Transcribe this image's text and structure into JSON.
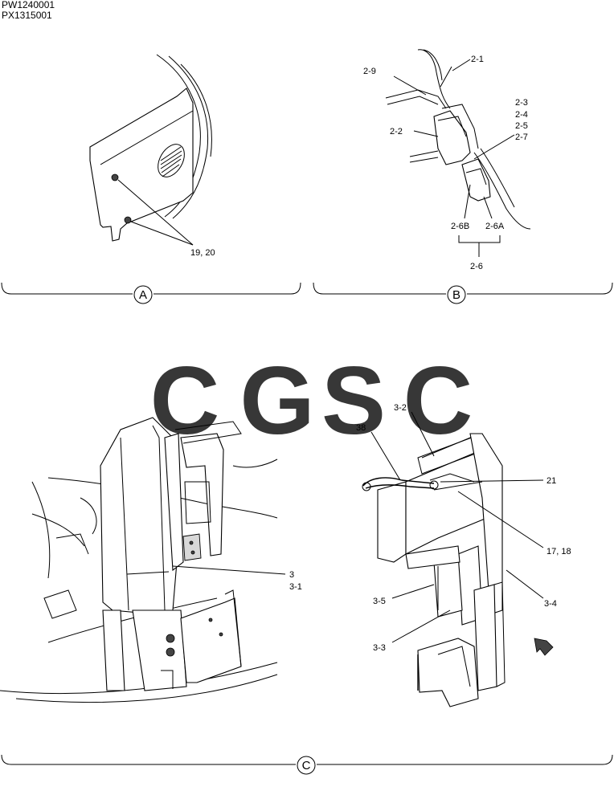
{
  "doc_codes": [
    "PW1240001",
    "PX1315001"
  ],
  "watermark": {
    "letters": [
      {
        "char": "C",
        "color": "#4d8ef5"
      },
      {
        "char": "G",
        "color": "#f0605a"
      },
      {
        "char": "S",
        "color": "#f7c94a"
      },
      {
        "char": "C",
        "color": "#3aa86b"
      }
    ]
  },
  "views": {
    "A": {
      "marker": "A",
      "labels": [
        "19, 20"
      ]
    },
    "B": {
      "marker": "B",
      "labels": [
        "2-1",
        "2-9",
        "2-3",
        "2-4",
        "2-5",
        "2-7",
        "2-2",
        "2-6B",
        "2-6A",
        "2-6"
      ]
    },
    "C": {
      "marker": "C",
      "labels": [
        "38",
        "3-2",
        "21",
        "17, 18",
        "3",
        "3-1",
        "3-5",
        "3-4",
        "3-3"
      ]
    }
  }
}
